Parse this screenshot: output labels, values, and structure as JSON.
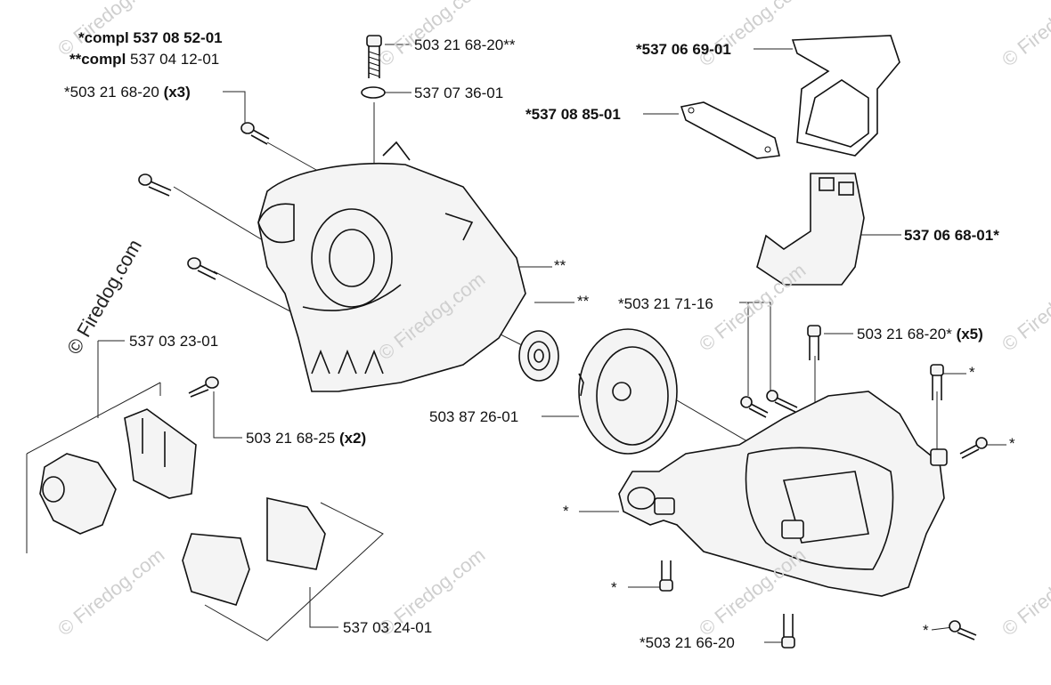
{
  "watermark": {
    "text": "© Firedog.com",
    "color": "#cfcfcf"
  },
  "copyright": "© Firedog.com",
  "legend": {
    "line1_prefix": "*compl 537 08 52-01",
    "line2_prefix": "**compl",
    "line2_number": "537 04 12-01"
  },
  "labels": {
    "screw_top": "503 21 68-20**",
    "circlip": "537 07 36-01",
    "screw_x3": "*503 21 68-20",
    "screw_x3_qty": "(x3)",
    "cover_gasket": "*537 06 69-01",
    "gasket": "*537 08 85-01",
    "cylinder_cover": "537 06 68-01*",
    "housing_ref": "**",
    "bearing_ref": "**",
    "bolt_pair": "*503 21 71-16",
    "screw_x5": "503 21 68-20*",
    "screw_x5_qty": "(x5)",
    "holder": "537 03 23-01",
    "screw_x2": "503 21 68-25",
    "screw_x2_qty": "(x2)",
    "clutch_drum": "503 87 26-01",
    "sleeve": "537 03 24-01",
    "screw_bottom": "*503 21 66-20",
    "star_a": "*",
    "star_b": "*",
    "star_c": "*",
    "star_d": "*",
    "star_e": "*"
  }
}
